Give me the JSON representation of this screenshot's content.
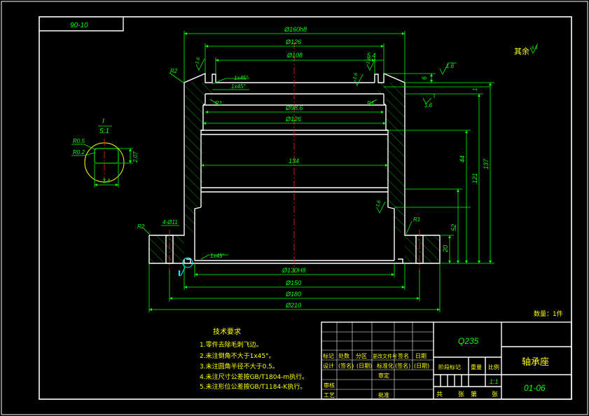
{
  "drawing": {
    "corner_code": "90-10",
    "colors": {
      "background": "#000000",
      "outline": "#ffffff",
      "dimension": "#00ff00",
      "center": "#ff2020",
      "note": "#ffff00",
      "detail": "#00ffff"
    }
  },
  "dims": {
    "d160": "Ø160h8",
    "d126_top": "Ø126",
    "d108": "Ø108",
    "v54": "5.4",
    "v6": "6",
    "v1": "1",
    "d98": "Ø98.6",
    "d126_mid": "Ø126",
    "v134": "134",
    "d130": "Ø130H8",
    "d150": "Ø150",
    "d180": "Ø180",
    "d210": "Ø210",
    "v44": "44",
    "v121": "121",
    "v137": "137",
    "v52": "52",
    "v20": "20",
    "hole": "4-Ø11",
    "ch1a": "1x45°",
    "ch1b": "1x45°",
    "ch2": "1x45°",
    "r2a": "R2",
    "r2b": "R2",
    "r1a": "R1",
    "r1b": "R1",
    "r1c": "R1",
    "rough_a": "1.6",
    "rough_b": "1.6",
    "rough_c": "1.6",
    "rough_d": "1.6",
    "rough_e": "1.6",
    "flat_label": "1.6",
    "rest": "其余",
    "rest_sym": "6.3"
  },
  "detail": {
    "title": "I",
    "scale": "5:1",
    "r05": "R0.5",
    "r02": "R0.2",
    "w": "3.4",
    "h": "2.07",
    "marker": "I"
  },
  "notes": {
    "title": "技术要求",
    "items": [
      "1.零件去除毛刺飞边。",
      "2.未注倒角不大于1x45°。",
      "3.未注圆角半径不大于0.5。",
      "4.未注尺寸公差按GB/T1804-m执行。",
      "5.未注形位公差按GB/T1184-K执行。"
    ],
    "quantity": "数量：1件"
  },
  "title_block": {
    "material": "Q235",
    "part_name": "轴承座",
    "drawing_no": "01-06",
    "row_headers": [
      "标记",
      "处数",
      "分区",
      "更改文件号",
      "签名",
      "日期"
    ],
    "row_design": [
      "设计",
      "(签名)",
      "(日期)",
      "标准化",
      "(签名)",
      "(日期)"
    ],
    "stage_label": "阶段标记",
    "weight_label": "重量",
    "scale_label": "比例",
    "scale_value": "1:1",
    "review": "审核",
    "approve": "审定",
    "process": "工艺",
    "ratify": "批准",
    "total": "共",
    "sheets": "张",
    "page": "第",
    "page_sheets": "张"
  }
}
